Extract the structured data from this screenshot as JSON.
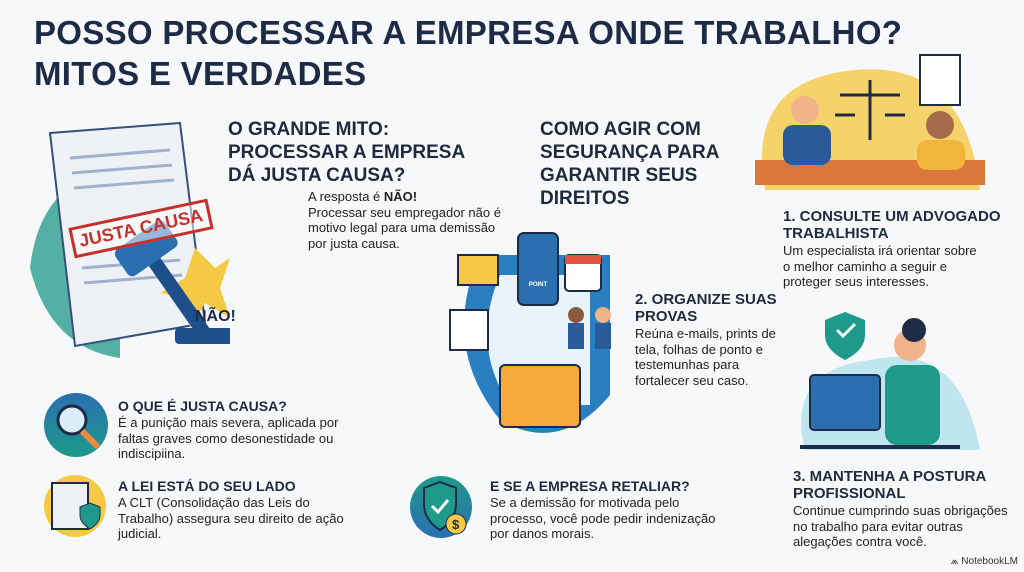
{
  "title": {
    "line1": "POSSO PROCESSAR A EMPRESA ONDE TRABALHO?",
    "line2": "MITOS E VERDADES"
  },
  "myth": {
    "heading": [
      "O GRANDE MITO:",
      "PROCESSAR A EMPRESA",
      "DÁ JUSTA CAUSA?"
    ],
    "answer_prefix": "A resposta é ",
    "answer_strong": "NÃO!",
    "body": "Processar seu empregador não é motivo legal para uma demissão por justa causa.",
    "stamp": "JUSTA CAUSA",
    "burst_label": "NÃO!"
  },
  "how": {
    "heading": [
      "COMO AGIR COM",
      "SEGURANÇA PARA",
      "GARANTIR SEUS",
      "DIREITOS"
    ]
  },
  "steps": [
    {
      "heading": "1. CONSULTE UM ADVOGADO TRABALHISTA",
      "body": "Um especialista irá orientar sobre o melhor caminho a seguir e proteger seus interesses."
    },
    {
      "heading": "2. ORGANIZE SUAS PROVAS",
      "body": "Reúna e-mails, prints de tela, folhas de ponto e testemunhas para fortalecer seu caso."
    },
    {
      "heading": "3. MANTENHA A POSTURA PROFISSIONAL",
      "body": "Continue cumprindo suas obrigações no trabalho para evitar outras alegações contra você."
    }
  ],
  "facts": [
    {
      "heading": "O QUE É JUSTA CAUSA?",
      "body": "É a punição mais severa, aplicada por faltas graves como desonestidade ou indiscipiina.",
      "icon": "magnifier-icon"
    },
    {
      "heading": "A LEI ESTÁ DO SEU LADO",
      "body": "A CLT (Consolidação das Leis do Trabalho) assegura seu direito de ação judicial.",
      "icon": "law-scroll-shield-icon"
    },
    {
      "heading": "E SE A EMPRESA RETALIAR?",
      "body": "Se a demissão for motivada pelo processo, você pode pedir indenização por danos morais.",
      "icon": "shield-money-icon"
    }
  ],
  "phone_label": "POINT",
  "brand": "NotebookLM",
  "colors": {
    "navy": "#1d2b47",
    "teal": "#1e9a8a",
    "blue": "#2a6fb0",
    "orange": "#f08a3c",
    "yellow": "#f6c945",
    "red": "#c9302c"
  }
}
